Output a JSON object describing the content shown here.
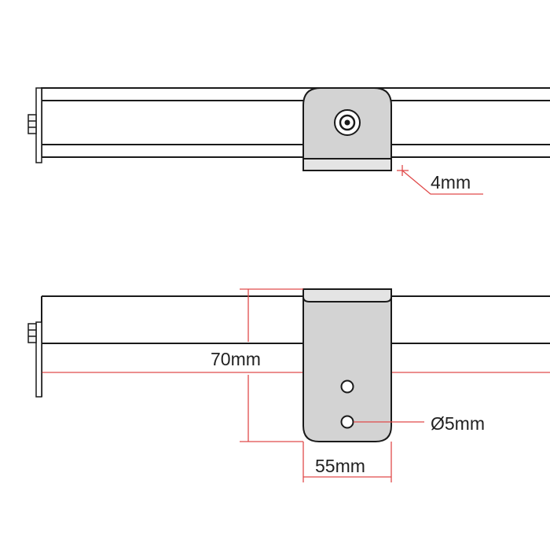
{
  "dimensions": {
    "thickness": "4mm",
    "height": "70mm",
    "hole_diameter": "Ø5mm",
    "width": "55mm"
  },
  "colors": {
    "line": "#1a1a1a",
    "rail_fill": "#ffffff",
    "bracket_fill": "#d3d3d3",
    "bracket_edge": "#e4e4e4",
    "dimension_line": "#e04a4a",
    "text": "#222222"
  }
}
